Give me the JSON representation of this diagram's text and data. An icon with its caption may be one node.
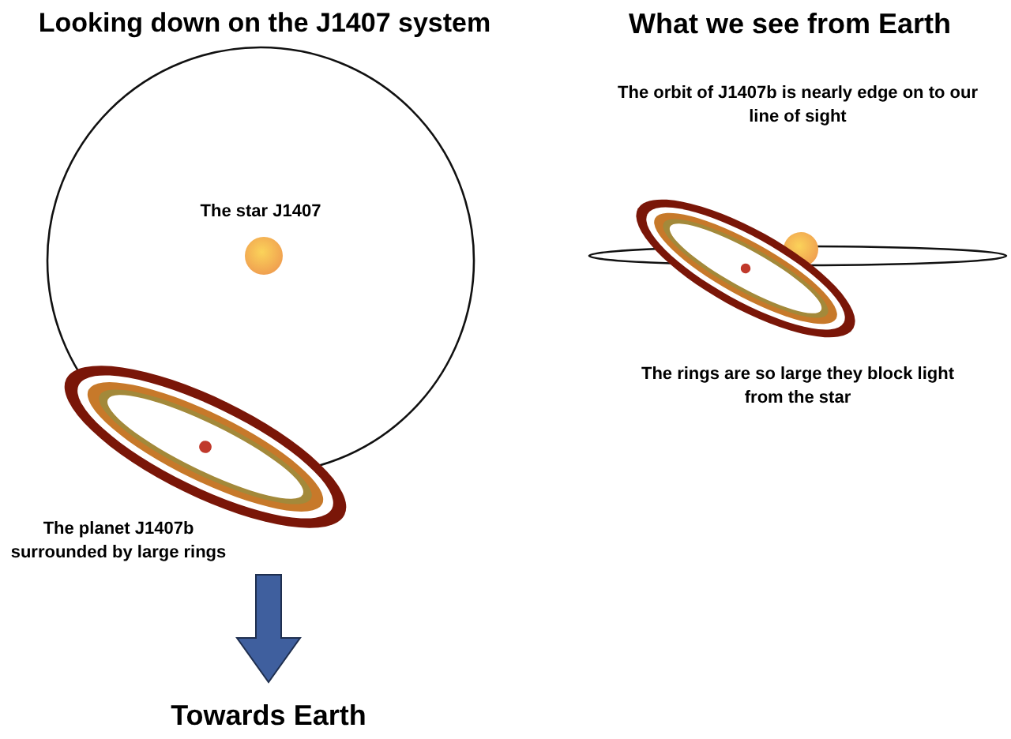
{
  "diagram": {
    "labels": [
      "Looking down on the J1407 system",
      "What we see from Earth",
      "The star J1407",
      "The orbit of J1407b is nearly edge on to our line of sight",
      "The planet J1407b surrounded by large rings",
      "The rings are so large they block light from the star",
      "Towards Earth"
    ]
  }
}
